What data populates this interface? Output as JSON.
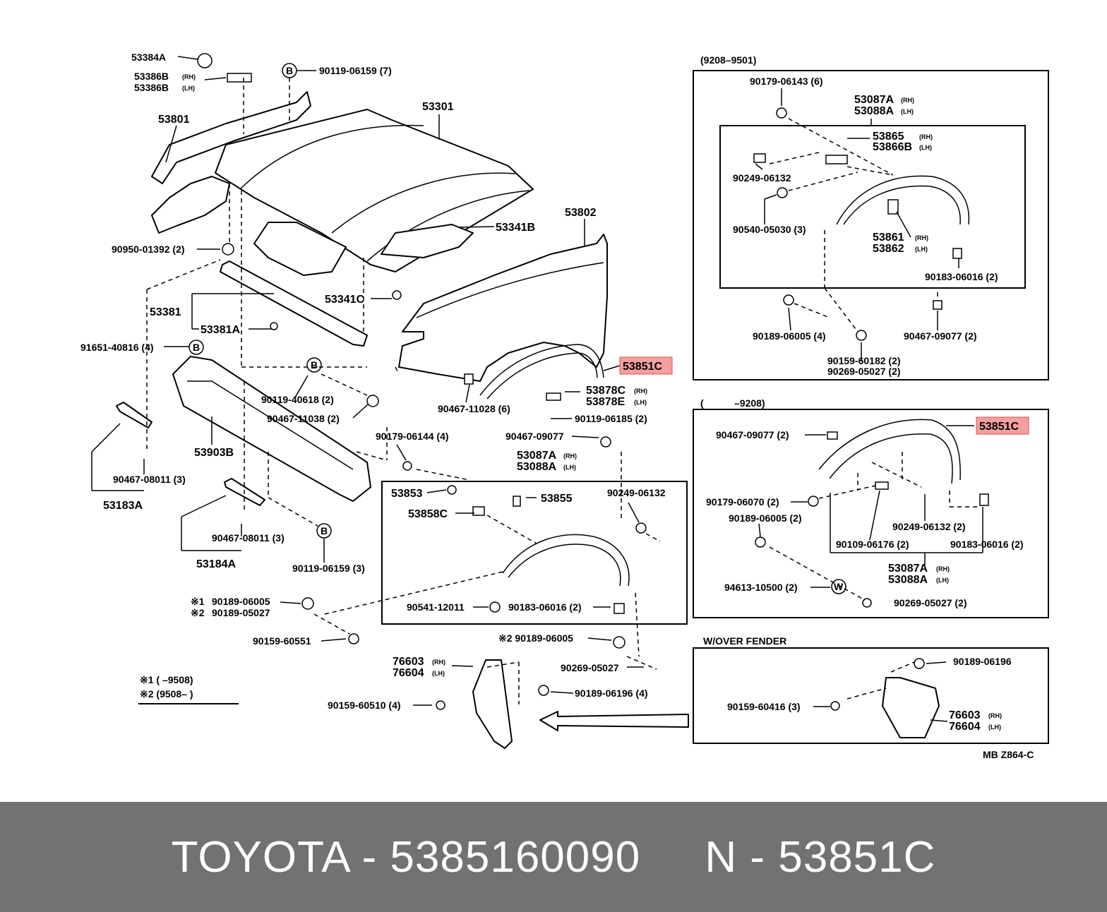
{
  "diagram": {
    "section_labels": {
      "top_right": "(9208–9501)",
      "mid_right_open": "(",
      "mid_right_close": "–9208)",
      "bottom_right": "W/OVER  FENDER"
    },
    "sub": {
      "rh": "(RH)",
      "lh": "(LH)"
    },
    "labels": {
      "p53384A": "53384A",
      "p53386B": "53386B",
      "p53386B_lh": "53386B",
      "p90119_06159_7": "90119-06159 (7)",
      "p53801": "53801",
      "p53301": "53301",
      "p53341B": "53341B",
      "p53802": "53802",
      "p90950": "90950-01392 (2)",
      "p53341C": "53341C",
      "p53381": "53381",
      "p53381A": "53381A",
      "p91651": "91651-40816 (4)",
      "p90119_40618": "90119-40618 (2)",
      "p90467_11038": "90467-11038 (2)",
      "p90467_11028": "90467-11028 (6)",
      "p53878C": "53878C",
      "p53878E": "53878E",
      "p90119_06185": "90119-06185 (2)",
      "p53903B": "53903B",
      "p90179_06144": "90179-06144 (4)",
      "p90467_09077_a": "90467-09077",
      "p53087A_a": "53087A",
      "p53088A_a": "53088A",
      "p90467_08011_a": "90467-08011 (3)",
      "p53183A": "53183A",
      "p53853": "53853",
      "p53855": "53855",
      "p53858C": "53858C",
      "p90249_06132_a": "90249-06132",
      "p90467_08011_b": "90467-08011 (3)",
      "p53184A": "53184A",
      "p90119_06159_3": "90119-06159 (3)",
      "p90541": "90541-12011",
      "p90183_a": "90183-06016 (2)",
      "note1_mark": "※1",
      "note2_mark": "※2",
      "p90189_06005_a": "90189-06005",
      "p90189_05027": "90189-05027",
      "p90159_60551": "90159-60551",
      "p90189_06005_b": "※2 90189-06005",
      "p90269_05027_a": "90269-05027",
      "p76603_a": "76603",
      "p76604_a": "76604",
      "p90189_06196_a": "90189-06196 (4)",
      "p90159_60510": "90159-60510 (4)",
      "note1": "※1 (        –9508)",
      "note2": "※2 (9508–        )",
      "p90179_06143": "90179-06143 (6)",
      "p53087A_b": "53087A",
      "p53088A_b": "53088A",
      "p53865": "53865",
      "p53866B": "53866B",
      "p90249_06132_b": "90249-06132",
      "p90540": "90540-05030 (3)",
      "p53861": "53861",
      "p53862": "53862",
      "p90183_b": "90183-06016 (2)",
      "p90189_06005_c": "90189-06005 (4)",
      "p90467_09077_b": "90467-09077 (2)",
      "p90159_60182": "90159-60182 (2)",
      "p90269_05027_b": "90269-05027 (2)",
      "p90467_09077_c": "90467-09077 (2)",
      "p90179_06070": "90179-06070 (2)",
      "p90189_06005_d": "90189-06005 (2)",
      "p90249_06132_c": "90249-06132 (2)",
      "p90109": "90109-06176 (2)",
      "p90183_c": "90183-06016 (2)",
      "p53087A_c": "53087A",
      "p53088A_c": "53088A",
      "p94613": "94613-10500 (2)",
      "p90269_05027_c": "90269-05027 (2)",
      "p90189_06196_b": "90189-06196",
      "p90159_60416": "90159-60416 (3)",
      "p76603_b": "76603",
      "p76604_b": "76604",
      "code": "MB  Z864-C",
      "b_marker": "B",
      "w_marker": "W"
    },
    "highlight": {
      "label": "53851C",
      "color": "#f4a0a0"
    }
  },
  "footer": {
    "text": "TOYOTA - 5385160090     N - 53851C",
    "background": "#727272",
    "color": "#ffffff"
  }
}
